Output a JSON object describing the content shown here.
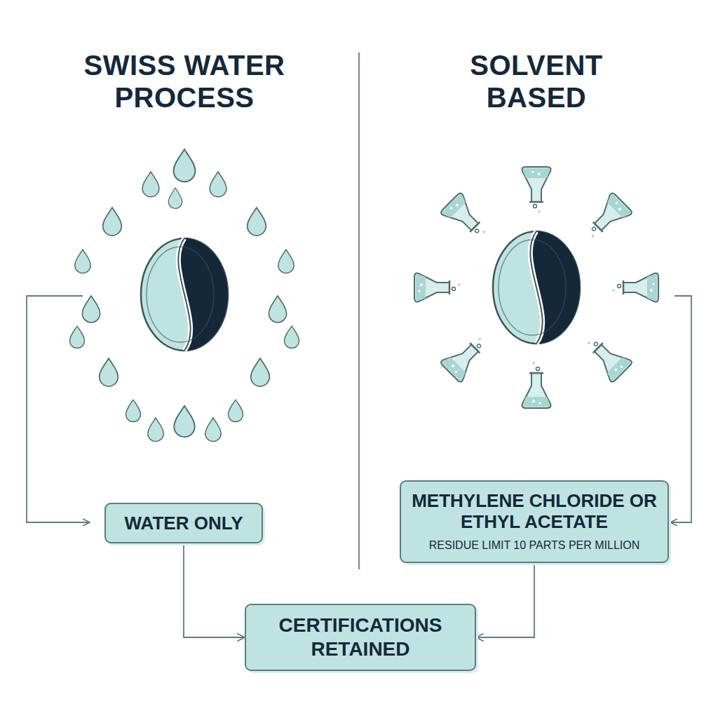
{
  "diagram": {
    "nodes": [
      {
        "text": [
          "WATER ONLY"
        ]
      },
      {
        "text": [
          "METHYLENE CHLORIDE OR ETHYL ACETATE",
          "RESIDUE LIMIT 10 PARTS PER MILLION"
        ]
      },
      {
        "text": [
          "CERTIFICATIONS RETAINED"
        ]
      }
    ],
    "edges": [
      {
        "from": 0,
        "to": 2,
        "arrow": "to"
      },
      {
        "from": 1,
        "to": 2,
        "arrow": "to"
      }
    ],
    "labels": [
      "SWISS WATER PROCESS",
      "SOLVENT BASED"
    ]
  }
}
